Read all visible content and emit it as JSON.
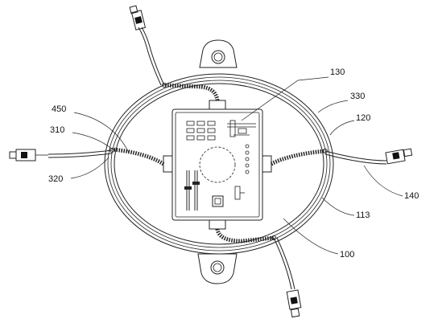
{
  "labels": {
    "l130": "130",
    "l330": "330",
    "l120": "120",
    "l450": "450",
    "l310": "310",
    "l320": "320",
    "l140": "140",
    "l113": "113",
    "l100": "100"
  }
}
